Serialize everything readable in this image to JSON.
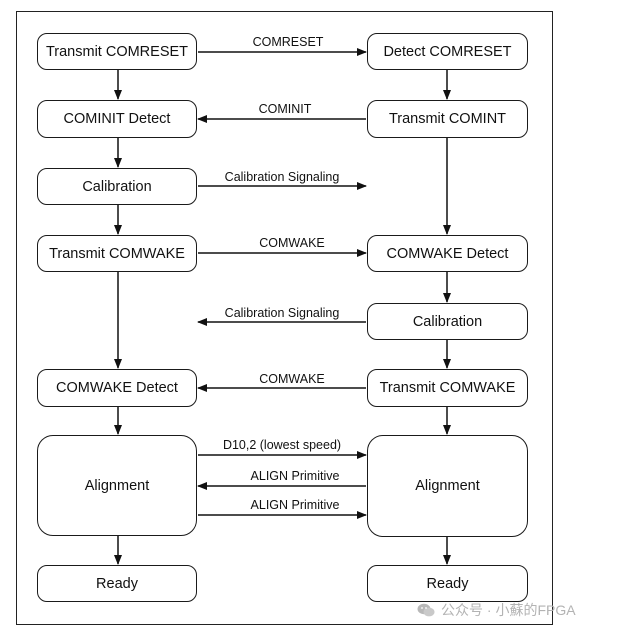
{
  "host": {
    "transmit_comreset": "Transmit COMRESET",
    "cominit_detect": "COMINIT Detect",
    "calibration": "Calibration",
    "transmit_comwake": "Transmit COMWAKE",
    "comwake_detect": "COMWAKE Detect",
    "alignment": "Alignment",
    "ready": "Ready"
  },
  "device": {
    "detect_comreset": "Detect COMRESET",
    "transmit_comint": "Transmit COMINT",
    "comwake_detect": "COMWAKE Detect",
    "calibration": "Calibration",
    "transmit_comwake": "Transmit COMWAKE",
    "alignment": "Alignment",
    "ready": "Ready"
  },
  "signals": {
    "comreset": "COMRESET",
    "cominit": "COMINIT",
    "calibration_signaling_1": "Calibration Signaling",
    "comwake_1": "COMWAKE",
    "calibration_signaling_2": "Calibration Signaling",
    "comwake_2": "COMWAKE",
    "d10_2": "D10,2 (lowest speed)",
    "align_primitive_1": "ALIGN Primitive",
    "align_primitive_2": "ALIGN Primitive"
  },
  "watermark": {
    "icon": "wechat-icon",
    "text": "公众号 · 小蘇的FPGA"
  }
}
